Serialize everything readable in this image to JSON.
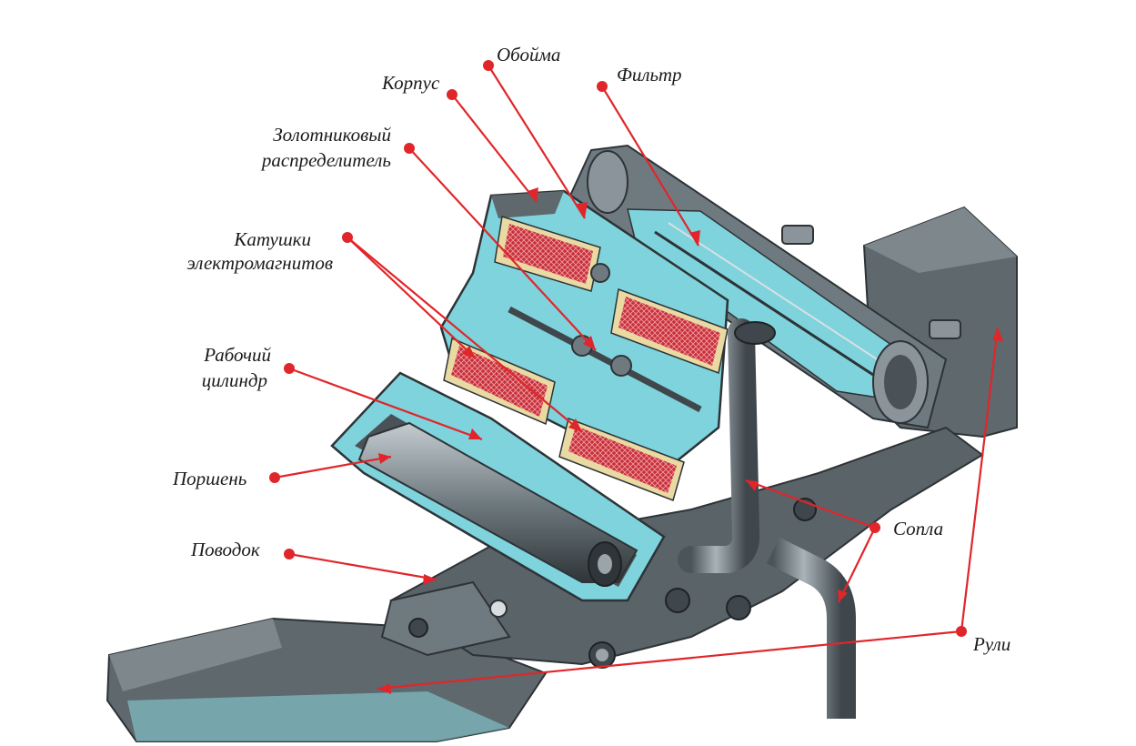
{
  "labels": {
    "oboyma": "Обойма",
    "korpus": "Корпус",
    "filtr": "Фильтр",
    "zolotnik_line1": "Золотниковый",
    "zolotnik_line2": "распределитель",
    "katushki_line1": "Катушки",
    "katushki_line2": "электромагнитов",
    "cylinder_line1": "Рабочий",
    "cylinder_line2": "цилиндр",
    "porshen": "Поршень",
    "povodok": "Поводок",
    "sopla": "Сопла",
    "ruli": "Рули"
  },
  "colors": {
    "pointer": "#e0262a",
    "metal": "#6f7a80",
    "metal_dark": "#3f474c",
    "metal_light": "#a9b3b8",
    "cutaway": "#7fd3dc",
    "coil": "#c8303a",
    "coil_frame": "#e9d9a3"
  }
}
